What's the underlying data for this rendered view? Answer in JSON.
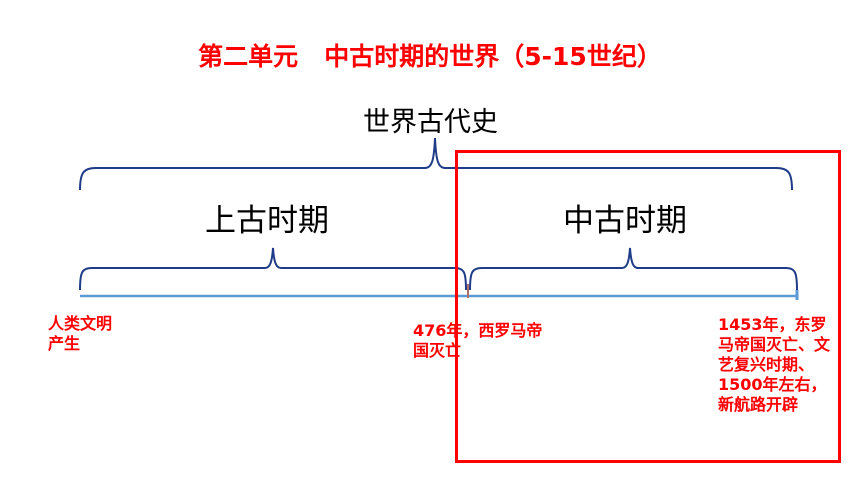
{
  "title": "第二单元   中古时期的世界（5-15世纪）",
  "top_label": "世界古代史",
  "eras": [
    "上古时期",
    "中古时期"
  ],
  "annotations": [
    "人类文明产生",
    "476年，西罗马帝国灭亡",
    "1453年，东罗马帝国灭亡、文艺复兴时期、1500年左右，新航路开辟"
  ],
  "colors": {
    "accent": "#ff0000",
    "brace": "#1f3c88",
    "timeline": "#5b9bd5"
  }
}
